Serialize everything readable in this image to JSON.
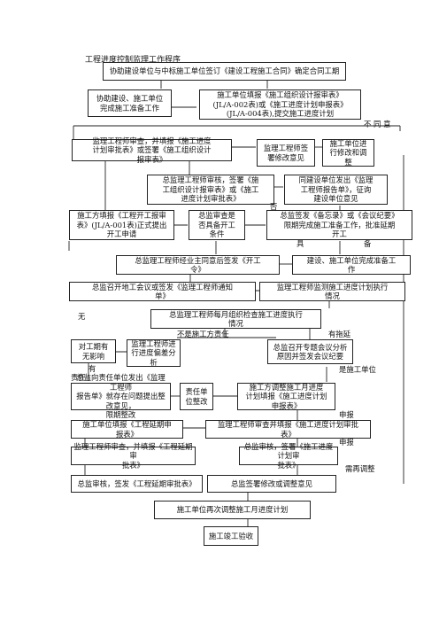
{
  "title": "工程进度控制监理工作程序",
  "boxes": {
    "b1": "协助建设单位与中标施工单位签订《建设工程施工合同》确定合同工期",
    "b2": "协助建设、施工单位\n完成施工准备工作",
    "b3": "施工单位填报《施工组织设计报审表》\n(JL/A-002表)或《施工进度计划申报表》\n(JL/A-004表),提交施工进度计划",
    "b4": "监理工程师审查，并填报《施工进度\n计划审批表》或签署《施工组织设计\n报审表》",
    "b5": "监理工程师签\n署修改意见",
    "b6": "施工单位进\n行修改和调\n整",
    "b7": "总监理工程师审核，签署《施\n工组织设计报审表》或《施工\n进度计划审批表》",
    "b8": "同建设单位发出《监理\n工程师报告单》，征询\n建设单位意见",
    "b9": "施工方填报《工程开工报审\n表》(JL/A-001表)正式提出\n开工申请",
    "b10": "总监审查是\n否具备开工\n条件",
    "b11": "总监签发《备忘录》或《会议纪要》\n限期完成施工准备工作，批准延期\n开工",
    "b12": "总监理工程师经业主同意后签发《开工\n令》",
    "b13": "建设、施工单位完成准备工\n作",
    "b14": "总监召开地工会议或签发《监理工程师通知\n单》",
    "b15": "监理工程师监测施工进度计划执行\n情况",
    "b16": "总监理工程师每月组织检查施工进度执行\n情况",
    "b17": "对工期有\n无影响",
    "b18": "监理工程师进\n行进度偏差分\n析",
    "b19": "总监召开专题会议分析\n原因并签发会议纪要",
    "b20": "总监向责任单位发出《监理工程师\n报告单》就存在问题提出整改意见，\n限期整改",
    "b21": "责任单\n位整改",
    "b22": "施工方调整施工月进度\n计划填报《施工进度计划\n申报表》",
    "b23": "施工单位填报《工程延期申\n报表》",
    "b24": "监理工程师审查并填报《施工进度计划审批\n表》",
    "b25": "监理工程师审查，并填报《工程延期审\n批表》",
    "b26": "总监审核，签署《施工进度计划审\n批表》",
    "b27": "总监审核，签发《工程延期审批表》",
    "b28": "总监签署修改或调整意见",
    "b29": "施工单位再次调整施工月进度计划",
    "b30": "施工竣工验收"
  },
  "labels": {
    "l_no": "不 同 意",
    "l_fou": "否",
    "l_ju": "具",
    "l_bei": "备",
    "l_wu": "无",
    "l_you": "有",
    "l_not_contractor": "不是施工方责任",
    "l_delay": "有拖延",
    "l_is_contractor": "是施工单位",
    "l_resp": "责任",
    "l_apply1": "申报",
    "l_apply2": "申报",
    "l_need_adjust": "需再调整"
  }
}
